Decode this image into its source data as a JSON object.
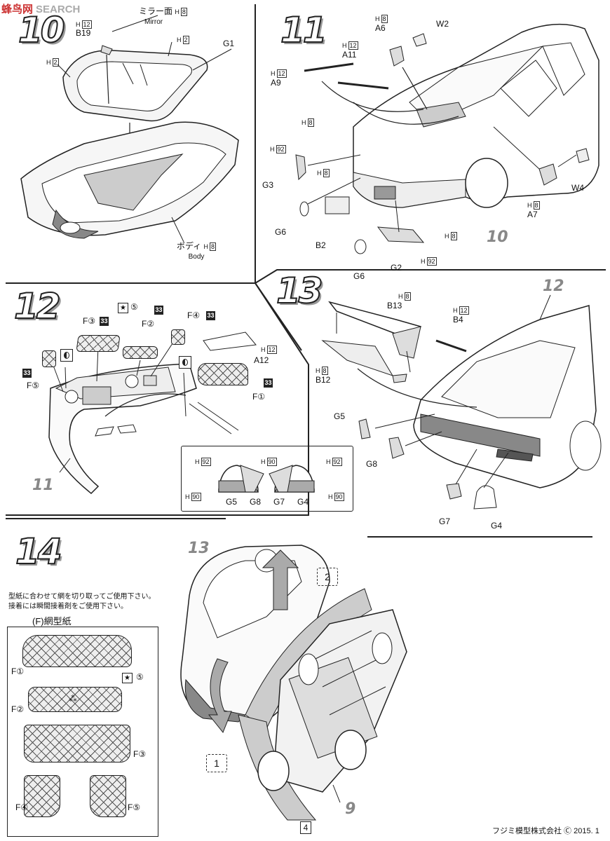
{
  "watermark": {
    "brand": "蜂鸟网",
    "sub": "SEARCH"
  },
  "h_codes": {
    "h2": "2",
    "h8": "8",
    "h12": "12",
    "h90": "90",
    "h92": "92",
    "h_prefix": "H"
  },
  "step10": {
    "num": "10",
    "mirror_jp": "ミラー面",
    "mirror_en": "Mirror",
    "body_jp": "ボディ",
    "body_en": "Body",
    "parts": {
      "b19": "B19",
      "g1": "G1"
    }
  },
  "step11": {
    "num": "11",
    "parts": {
      "a6": "A6",
      "w2": "W2",
      "a11": "A11",
      "a9": "A9",
      "g3": "G3",
      "g6a": "G6",
      "b2": "B2",
      "g6b": "G6",
      "g2": "G2",
      "a7": "A7",
      "w4": "W4"
    },
    "ref": "10"
  },
  "step12": {
    "num": "12",
    "mark33": "33",
    "star5": "⑤",
    "parts": {
      "f3": "F③",
      "f2": "F②",
      "f4": "F④",
      "a12": "A12",
      "f5": "F⑤",
      "f1": "F①"
    },
    "ref": "11",
    "detail": {
      "g5": "G5",
      "g8": "G8",
      "g7": "G7",
      "g4": "G4"
    }
  },
  "step13": {
    "num": "13",
    "parts": {
      "b13": "B13",
      "b4": "B4",
      "b12": "B12",
      "g5": "G5",
      "g8": "G8",
      "g7": "G7",
      "g4": "G4"
    },
    "ref": "12"
  },
  "step14": {
    "num": "14",
    "note1": "型紙に合わせて網を切り取ってご使用下さい。",
    "note2": "接着には瞬間接着剤をご使用下さい。",
    "template_title": "(F)網型紙",
    "templates": {
      "f1": "F①",
      "f2": "F②",
      "f3": "F③",
      "f4": "F④",
      "f5": "F⑤",
      "star5": "⑤"
    },
    "ref_top": "13",
    "ref_bottom": "9",
    "callout1": "1",
    "callout2": "2"
  },
  "footer": {
    "page": "4",
    "copyright": "フジミ模型株式会社 Ⓒ 2015. 1"
  }
}
